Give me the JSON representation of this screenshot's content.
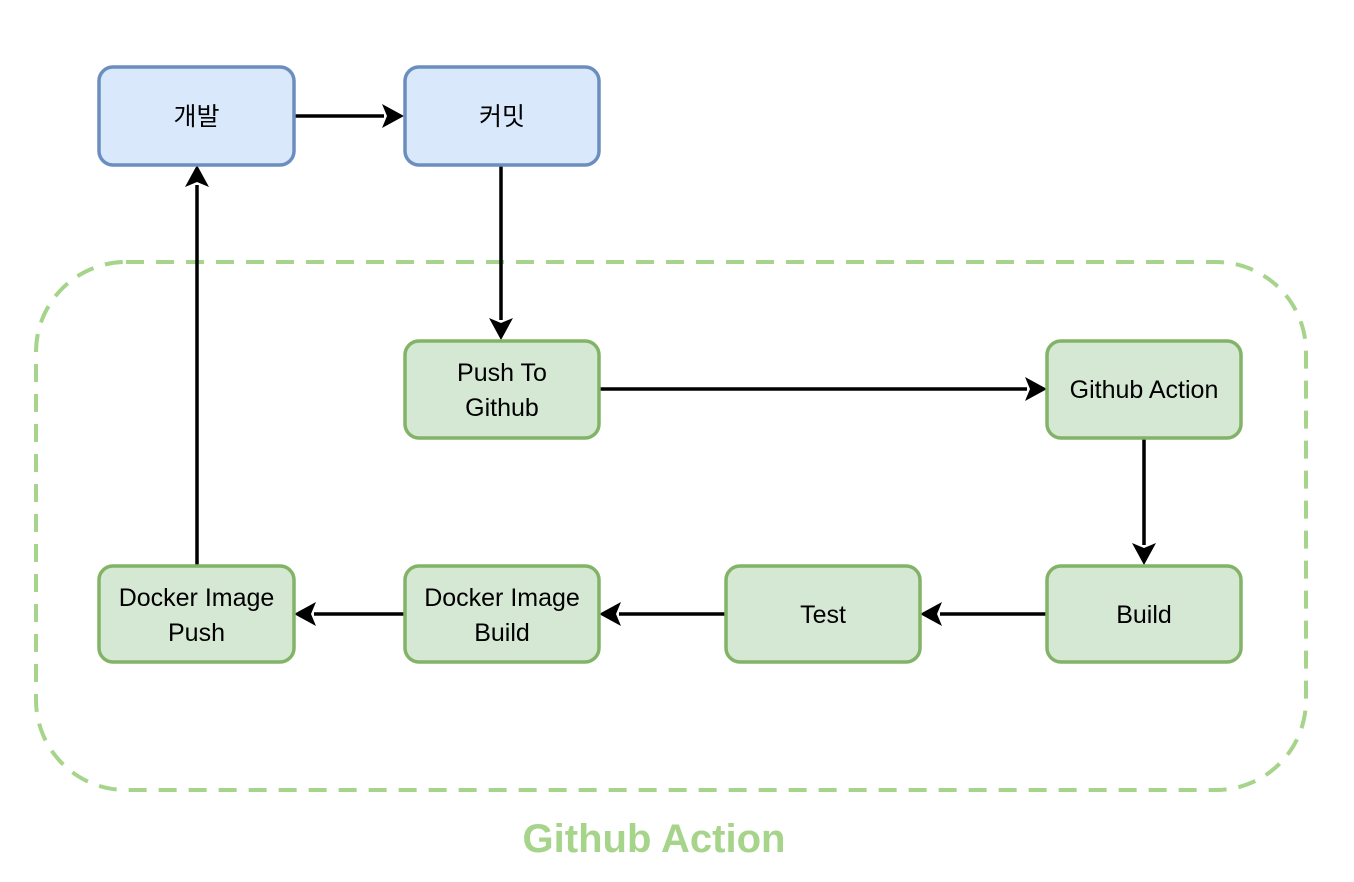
{
  "diagram": {
    "group": {
      "label": "Github Action",
      "color": "#a5d48a"
    },
    "nodes": {
      "develop": {
        "lines": [
          "개발"
        ],
        "style": "blue"
      },
      "commit": {
        "lines": [
          "커밋"
        ],
        "style": "blue"
      },
      "push_to_github": {
        "lines": [
          "Push To",
          "Github"
        ],
        "style": "green"
      },
      "github_action": {
        "lines": [
          "Github Action"
        ],
        "style": "green"
      },
      "build": {
        "lines": [
          "Build"
        ],
        "style": "green"
      },
      "test": {
        "lines": [
          "Test"
        ],
        "style": "green"
      },
      "docker_image_build": {
        "lines": [
          "Docker Image",
          "Build"
        ],
        "style": "green"
      },
      "docker_image_push": {
        "lines": [
          "Docker Image",
          "Push"
        ],
        "style": "green"
      }
    },
    "edges": [
      {
        "from": "develop",
        "to": "commit"
      },
      {
        "from": "commit",
        "to": "push_to_github"
      },
      {
        "from": "push_to_github",
        "to": "github_action"
      },
      {
        "from": "github_action",
        "to": "build"
      },
      {
        "from": "build",
        "to": "test"
      },
      {
        "from": "test",
        "to": "docker_image_build"
      },
      {
        "from": "docker_image_build",
        "to": "docker_image_push"
      },
      {
        "from": "docker_image_push",
        "to": "develop"
      }
    ],
    "colors": {
      "blue_fill": "#dae8fc",
      "blue_stroke": "#6c8ebf",
      "green_fill": "#d5e8d4",
      "green_stroke": "#82b366",
      "arrow": "#000000"
    }
  }
}
